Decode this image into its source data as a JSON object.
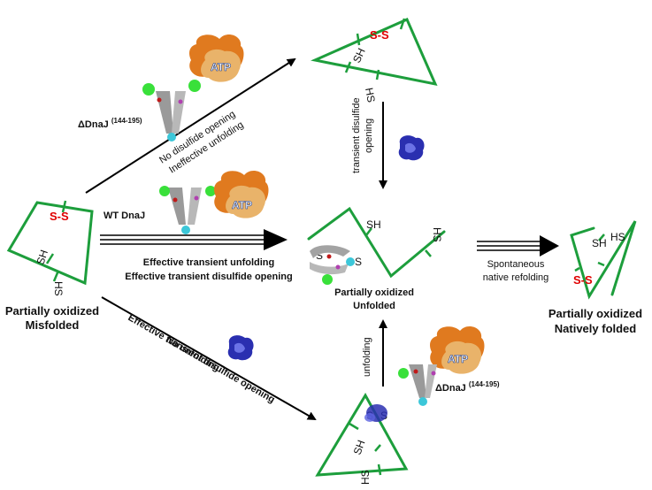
{
  "states": {
    "misfolded": {
      "line1": "Partially oxidized",
      "line2": "Misfolded"
    },
    "unfolded": {
      "line1": "Partially oxidized",
      "line2": "Unfolded"
    },
    "native": {
      "line1": "Partially oxidized",
      "line2": "Natively folded"
    }
  },
  "residues": {
    "sh": "SH",
    "hs": "HS",
    "ss": "S-S",
    "s": "S"
  },
  "paths": {
    "top": {
      "enzyme": "ΔDnaJ",
      "enzyme_range": "(144-195)",
      "line1": "No disulfide opening",
      "line2": "Ineffective unfolding"
    },
    "middle": {
      "enzyme": "WT DnaJ",
      "line1": "Effective transient unfolding",
      "line2": "Effective transient disulfide opening"
    },
    "bottom": {
      "line1": "Effective transient disulfide opening",
      "line2": "No unfolding"
    },
    "down": {
      "line1": "transient disulfide",
      "line2": "opening"
    },
    "up": {
      "label": "unfolding",
      "enzyme": "ΔDnaJ",
      "enzyme_range": "(144-195)"
    },
    "refold": {
      "line1": "Spontaneous",
      "line2": "native refolding"
    }
  },
  "atp_label": "ATP",
  "colors": {
    "backbone": "#1d9e3c",
    "disulfide": "#e00000",
    "chaperone": "#e07a1f",
    "oxidoreductase": "#2a2fb0",
    "jdomain": "#39e03a"
  }
}
